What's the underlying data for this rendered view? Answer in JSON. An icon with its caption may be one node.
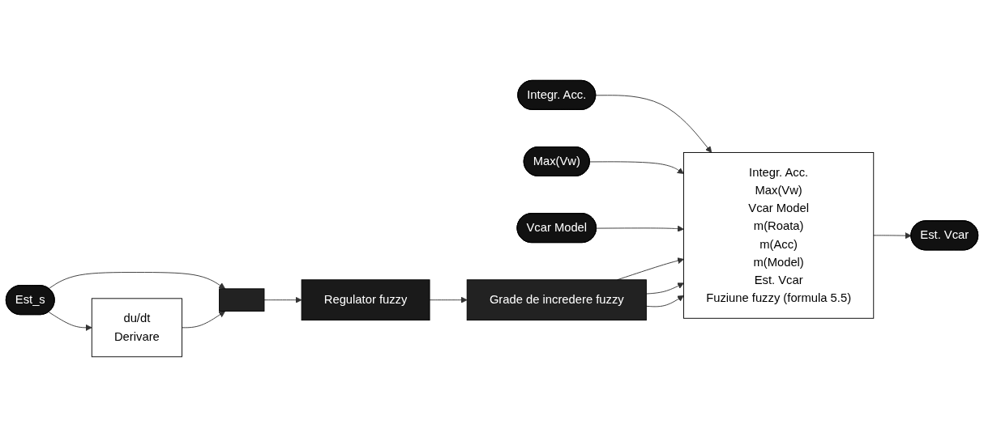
{
  "diagram": {
    "nodes": [
      {
        "text": [
          "Integr. Acc."
        ]
      },
      {
        "text": [
          "Max(Vw)"
        ]
      },
      {
        "text": [
          "Vcar Model"
        ]
      },
      {
        "text": [
          "Est_s"
        ]
      },
      {
        "text": [
          "du/dt",
          "Derivare"
        ]
      },
      {
        "text": [],
        "shape": "bar"
      },
      {
        "text": [
          "Regulator fuzzy"
        ]
      },
      {
        "text": [
          "Grade de incredere fuzzy"
        ]
      },
      {
        "text": [
          "Integr. Acc.",
          "Max(Vw)",
          "Vcar Model",
          "m(Roata)",
          "m(Acc)",
          "m(Model)",
          "Est. Vcar",
          "Fuziune fuzzy (formula 5.5)"
        ]
      },
      {
        "text": [
          "Est. Vcar"
        ]
      }
    ],
    "edges": [
      {
        "from": 0,
        "to": 8,
        "arrow": "to"
      },
      {
        "from": 1,
        "to": 8,
        "arrow": "to"
      },
      {
        "from": 2,
        "to": 8,
        "arrow": "to"
      },
      {
        "from": 3,
        "to": 5,
        "arrow": "to"
      },
      {
        "from": 3,
        "to": 4,
        "arrow": "to"
      },
      {
        "from": 4,
        "to": 5,
        "arrow": "to"
      },
      {
        "from": 5,
        "to": 6,
        "arrow": "to"
      },
      {
        "from": 6,
        "to": 7,
        "arrow": "to"
      },
      {
        "from": 7,
        "to": 8,
        "arrow": "to"
      },
      {
        "from": 7,
        "to": 8,
        "arrow": "to"
      },
      {
        "from": 7,
        "to": 8,
        "arrow": "to"
      },
      {
        "from": 8,
        "to": 9,
        "arrow": "to"
      }
    ]
  }
}
